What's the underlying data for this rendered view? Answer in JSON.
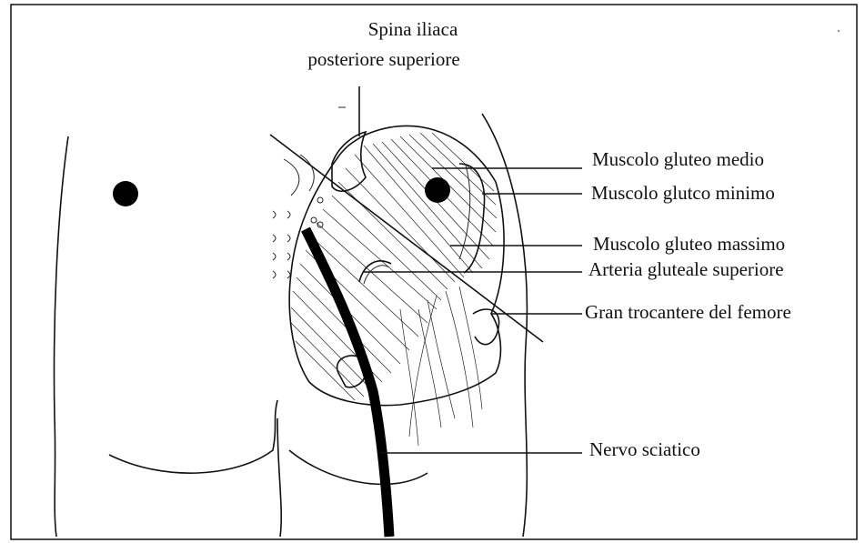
{
  "title_lines": [
    "Spina iliaca",
    "posteriore superiore"
  ],
  "labels": {
    "gluteo_medio": "Muscolo gluteo medio",
    "gluteo_minimo": "Muscolo glutco minimo",
    "gluteo_massimo": "Muscolo gluteo massimo",
    "arteria": "Arteria gluteale superiore",
    "trocantere": "Gran trocantere del femore",
    "nervo": "Nervo sciatico"
  }
}
